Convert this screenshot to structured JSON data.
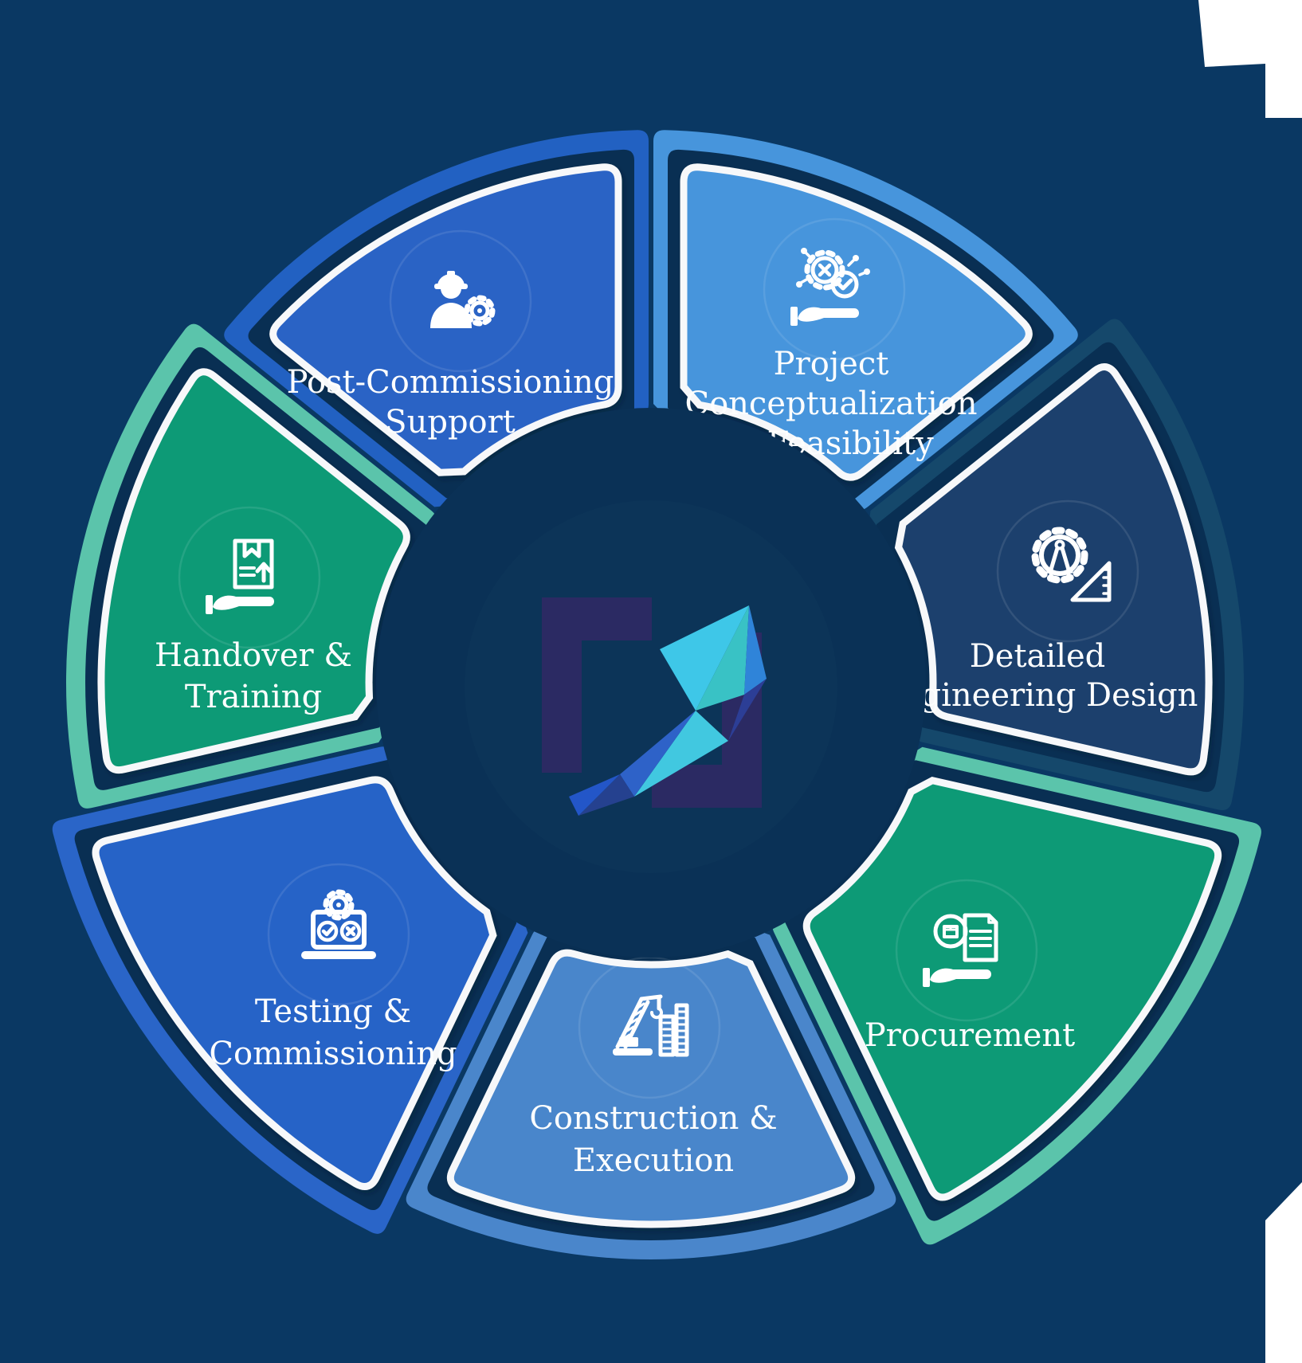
{
  "background": {
    "navy": "#0A3863",
    "shadow_navy": "#092F53",
    "disc": "#0A3156",
    "disc_inner": "#0C3458",
    "border_white": "#F7F8FA",
    "corner_cut_color": "#FFFFFF"
  },
  "wheel": {
    "segments": [
      {
        "id": "project-conceptualization",
        "lines": [
          "Project",
          "Conceptualization",
          "& Feasibility"
        ],
        "fill": "#4795DC",
        "rim": "#4795DC",
        "icon": "network-gear-check-hand-icon"
      },
      {
        "id": "detailed-engineering-design",
        "lines": [
          "Detailed",
          "Engineering Design"
        ],
        "fill": "#1C416D",
        "rim": "#15486B",
        "icon": "gear-compass-setsquare-icon"
      },
      {
        "id": "procurement",
        "lines": [
          "Procurement"
        ],
        "fill": "#0F9A76",
        "rim": "#5BC4AB",
        "icon": "hand-document-package-icon"
      },
      {
        "id": "construction-execution",
        "lines": [
          "Construction &",
          "Execution"
        ],
        "fill": "#4A86CB",
        "rim": "#4A86CB",
        "icon": "crane-buildings-icon"
      },
      {
        "id": "testing-commissioning",
        "lines": [
          "Testing &",
          "Commissioning"
        ],
        "fill": "#2764C7",
        "rim": "#2A65C8",
        "icon": "laptop-gear-check-x-icon"
      },
      {
        "id": "handover-training",
        "lines": [
          "Handover &",
          "Training"
        ],
        "fill": "#0F9A76",
        "rim": "#5BC4AB",
        "icon": "hand-package-uparrow-icon"
      },
      {
        "id": "post-commissioning-support",
        "lines": [
          "Post-Commissioning",
          "Support"
        ],
        "fill": "#2B64C5",
        "rim": "#2261C2",
        "icon": "worker-gear-icon"
      }
    ],
    "center_logo": {
      "name": "faceted-arrow-square-logo",
      "bracket_color": "#2B2A63",
      "arrow_colors": [
        "#3EC7E8",
        "#39C2C5",
        "#2F84D9",
        "#2C3E96",
        "#41C8E0",
        "#2E62C8",
        "#25418F",
        "#2356C8"
      ]
    }
  }
}
